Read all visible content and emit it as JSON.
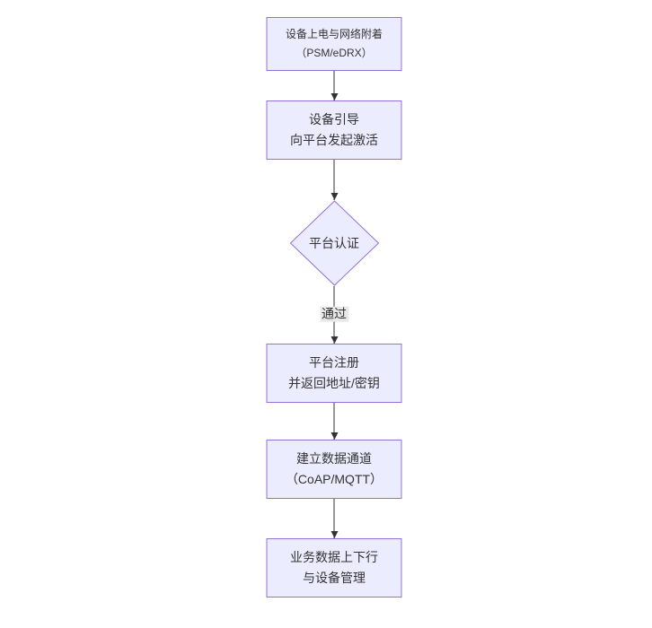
{
  "diagram": {
    "type": "flowchart",
    "direction": "top-down",
    "colors": {
      "canvas_bg": "#ffffff",
      "node_fill": "#ECECFF",
      "node_border": "#9370DB",
      "text_color": "#333333",
      "edge_color": "#333333",
      "edge_label_bg": "#e8e8e8"
    },
    "nodes": [
      {
        "id": "power-attach",
        "shape": "rect",
        "lines": [
          "设备上电与网络附着",
          "（PSM/eDRX）"
        ]
      },
      {
        "id": "bootstrap",
        "shape": "rect",
        "lines": [
          "设备引导",
          "向平台发起激活"
        ]
      },
      {
        "id": "platform-auth",
        "shape": "diamond",
        "lines": [
          "平台认证"
        ]
      },
      {
        "id": "register",
        "shape": "rect",
        "lines": [
          "平台注册",
          "并返回地址/密钥"
        ]
      },
      {
        "id": "data-channel",
        "shape": "rect",
        "lines": [
          "建立数据通道",
          "（CoAP/MQTT）"
        ]
      },
      {
        "id": "business-data",
        "shape": "rect",
        "lines": [
          "业务数据上下行",
          "与设备管理"
        ]
      }
    ],
    "edges": [
      {
        "from": "power-attach",
        "to": "bootstrap",
        "label": ""
      },
      {
        "from": "bootstrap",
        "to": "platform-auth",
        "label": ""
      },
      {
        "from": "platform-auth",
        "to": "register",
        "label": "通过"
      },
      {
        "from": "register",
        "to": "data-channel",
        "label": ""
      },
      {
        "from": "data-channel",
        "to": "business-data",
        "label": ""
      }
    ]
  }
}
